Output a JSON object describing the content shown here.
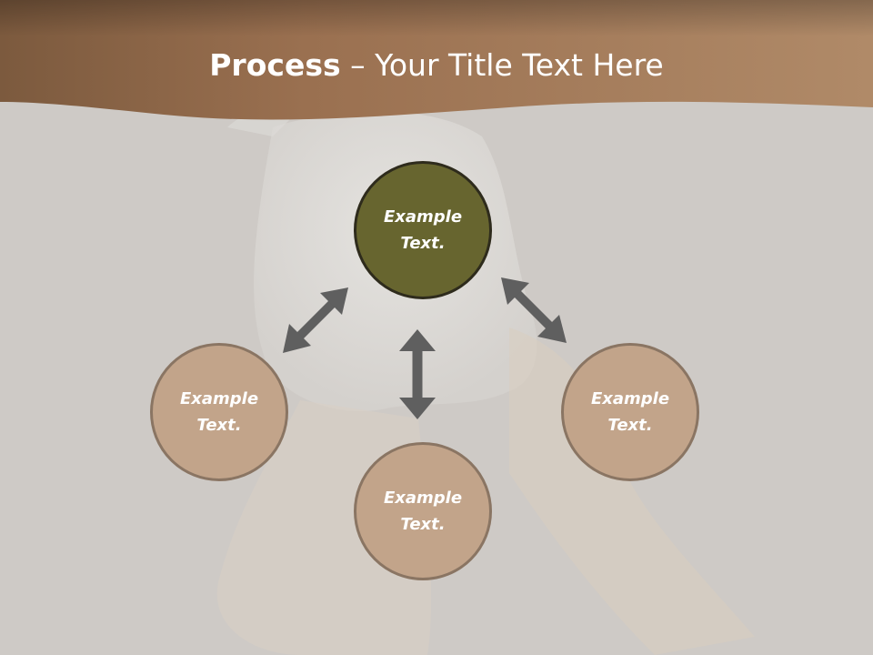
{
  "slide": {
    "title_bold": "Process",
    "title_rest": " – Your Title Text Here"
  },
  "nodes": {
    "top": "Example Text.",
    "left": "Example Text.",
    "right": "Example Text.",
    "bottom": "Example Text."
  },
  "colors": {
    "header_brown": "#a67c5a",
    "main_circle": "#67652f",
    "node_circle": "#c2a48a",
    "arrow": "#5f5f5f",
    "background": "#cfcbc7"
  }
}
